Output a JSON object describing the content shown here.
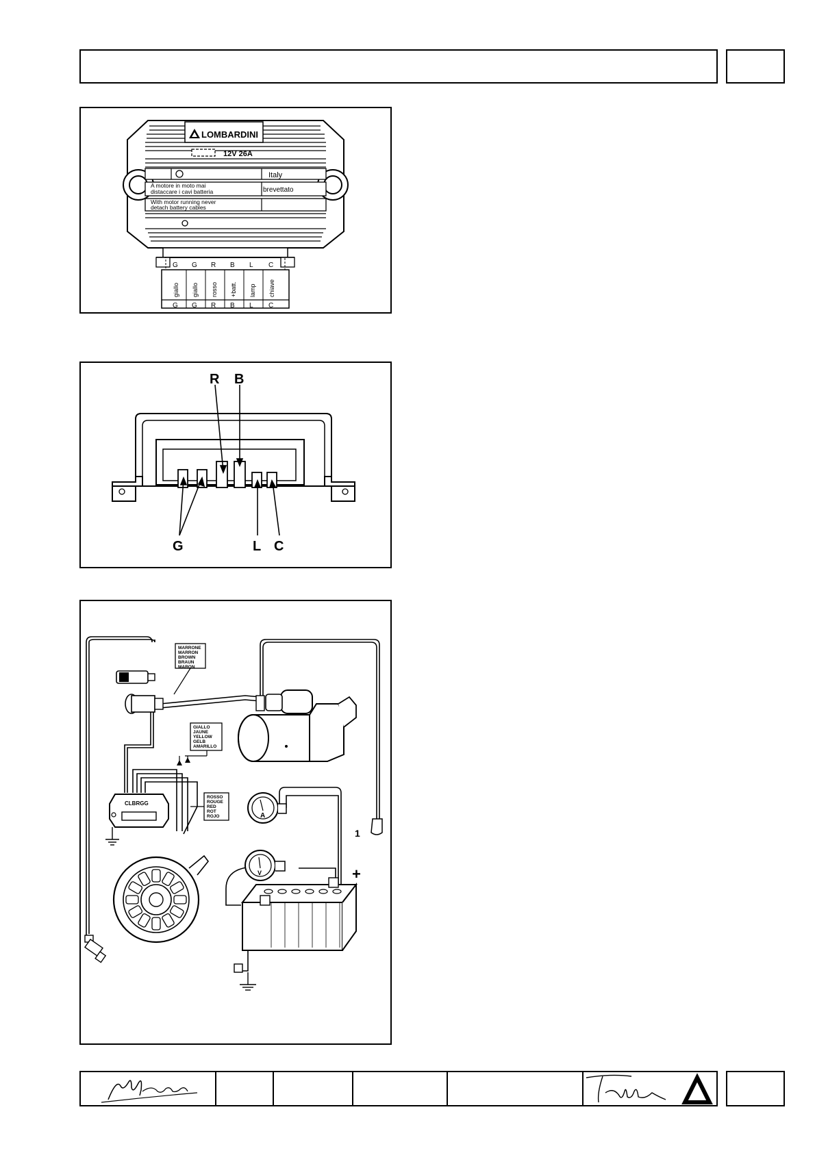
{
  "regulator": {
    "brand": "LOMBARDINI",
    "rating": "12V   26A",
    "origin": "Italy",
    "patent": "brevettato",
    "warning_it": [
      "A motore in moto mai",
      "distaccare i cavi batteria"
    ],
    "warning_en": [
      "With motor running never",
      "detach battery cables"
    ],
    "terminals": [
      "G",
      "G",
      "R",
      "B",
      "L",
      "C"
    ],
    "terminal_labels": [
      "giallo",
      "giallo",
      "rosso",
      "+batt.",
      "lamp",
      "chiave"
    ]
  },
  "connector": {
    "labels": {
      "r": "R",
      "b": "B",
      "g": "G",
      "l": "L",
      "c": "C"
    }
  },
  "wiring": {
    "brown_legend": [
      "MARRONE",
      "MARRON",
      "BROWN",
      "BRAUN",
      "MARON"
    ],
    "yellow_legend": [
      "GIALLO",
      "JAUNE",
      "YELLOW",
      "GELB",
      "AMARILLO"
    ],
    "red_legend": [
      "ROSSO",
      "ROUGE",
      "RED",
      "ROT",
      "ROJO"
    ],
    "regulator_terminals": "CLBRGG",
    "ammeter_letter": "A",
    "voltmeter_letter": "V",
    "callout_1": "1",
    "plus_sign": "+"
  },
  "footer": {
    "signature_left": "M. Grimelli"
  }
}
